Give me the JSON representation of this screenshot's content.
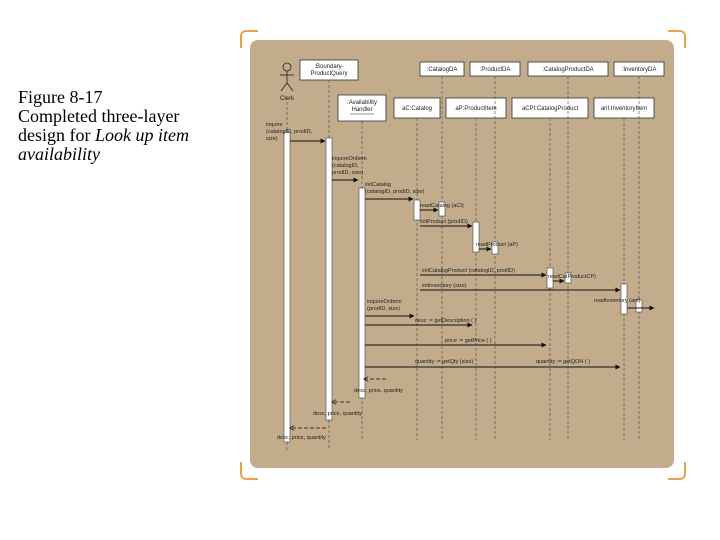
{
  "caption": {
    "line1": "Figure 8-17",
    "line2": "Completed three-layer",
    "line3_prefix": "design for ",
    "line3_italic": "Look up item",
    "line4_italic": "availability"
  },
  "colors": {
    "bracket": "#e6a24c",
    "panel": "#c2ac8c"
  },
  "diagram": {
    "actor_label": "Clerk",
    "top_boxes": [
      ":Boundary-\nProductQuery",
      ":CatalogDA",
      ":ProductDA",
      ":CatalogProductDA",
      ":InventoryDA"
    ],
    "lifeline_boxes": [
      ":Availability\nHandler",
      "aC:Catalog",
      "aP:ProductItem",
      "aCPI:CatalogProduct",
      "anI:InventoryItem"
    ],
    "messages": [
      "inquire\n(catalogID, prodID,\nsize)",
      "inquireOnItem\n(catalogID,\nprodID, size)",
      "initCatalog\n(catalogID, prodID, size)",
      "readCatalog (aCI)",
      "initProduct (prodID)",
      "readProduct (aP)",
      "initCatalogProduct (catalogID, prodID)",
      "readCatProductCP)",
      "initInventory (size)",
      "readInventory (anI)",
      "inquireOnItem\n(prodID, size)",
      "desc := getDescription ( )",
      "price := getPrice ( )",
      "quantity := getQty (size)",
      "quantity := getQOH ( )",
      "desc, price, quantity",
      "desc, price, quantity",
      "desc, price, quantity"
    ]
  }
}
